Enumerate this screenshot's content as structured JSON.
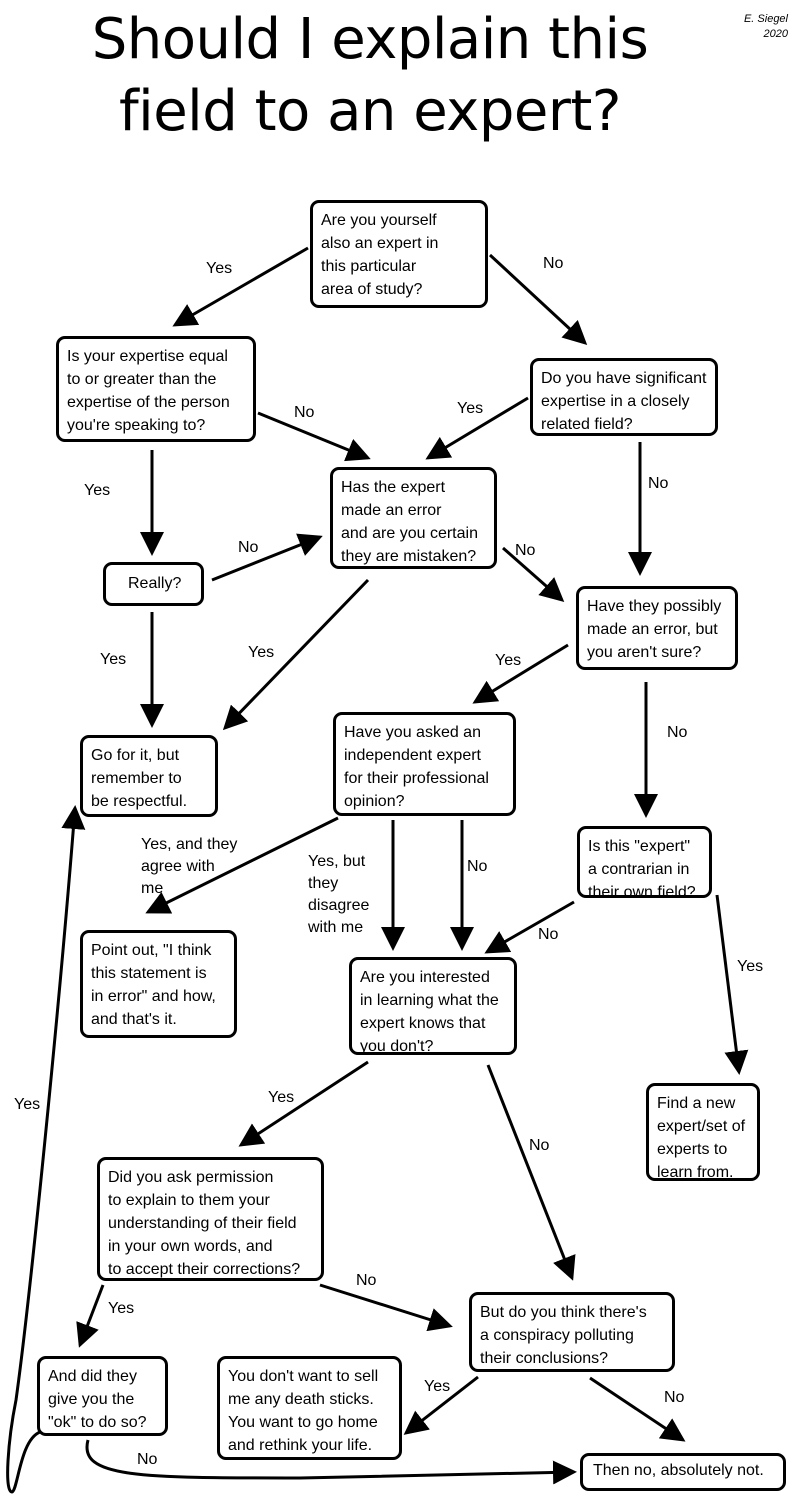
{
  "title": {
    "line1": "Should I explain this",
    "line2": "field to an expert?"
  },
  "credit": {
    "author": "E. Siegel",
    "year": "2020"
  },
  "nodes": {
    "q_expert_yourself": "Are you yourself\nalso an expert in\nthis particular\narea of study?",
    "q_expertise_equal": "Is your expertise equal\nto or greater than the\nexpertise of the person\nyou're speaking to?",
    "q_related_field": "Do you have significant\nexpertise in a closely\nrelated field?",
    "q_expert_error": "Has the expert\nmade an error\nand are you certain\nthey are mistaken?",
    "q_really": "Really?",
    "q_possibly_error": "Have they possibly\nmade an error, but\nyou aren't sure?",
    "a_go_for_it": "Go for it, but\nremember to\nbe respectful.",
    "q_asked_independent": "Have you asked an\nindependent expert\nfor their professional\nopinion?",
    "q_contrarian": "Is this \"expert\"\na contrarian in\ntheir own field?",
    "a_point_out": "Point out, \"I think\nthis statement is\nin error\" and how,\nand that's it.",
    "q_interested": "Are you interested\nin learning what the\nexpert knows that\nyou don't?",
    "a_find_new": "Find a new\nexpert/set of\nexperts to\nlearn from.",
    "q_ask_permission": "Did you ask permission\nto explain to them your\nunderstanding of their field\nin your own words, and\nto accept their corrections?",
    "q_conspiracy": "But do you think there's\na conspiracy polluting\ntheir conclusions?",
    "q_ok": "And did they\ngive you the\n\"ok\" to do so?",
    "a_death_sticks": "You don't want to sell\nme any death sticks.\nYou want to go home\nand rethink your life.",
    "a_no_absolutely": "Then no, absolutely not."
  },
  "edge_labels": {
    "e1": "Yes",
    "e2": "No",
    "e3": "No",
    "e4": "Yes",
    "e5": "Yes",
    "e6": "No",
    "e7": "No",
    "e8": "No",
    "e9": "Yes",
    "e10": "Yes",
    "e11": "Yes",
    "e12": "No",
    "e13": "Yes, and they\nagree with\nme",
    "e14": "Yes, but\nthey\ndisagree\nwith me",
    "e15": "No",
    "e16": "No",
    "e17": "Yes",
    "e18": "Yes",
    "e19": "No",
    "e20": "Yes",
    "e21": "No",
    "e22": "Yes",
    "e23": "Yes",
    "e24": "No",
    "e25": "No"
  }
}
